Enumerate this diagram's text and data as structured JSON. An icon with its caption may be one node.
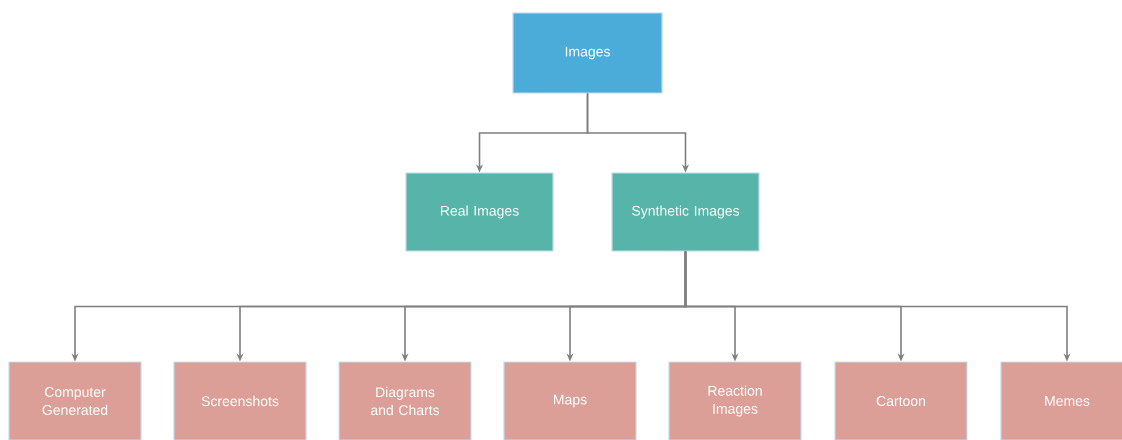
{
  "diagram": {
    "nodes": [
      {
        "text": [
          "Images"
        ]
      },
      {
        "text": [
          "Real Images"
        ]
      },
      {
        "text": [
          "Synthetic Images"
        ]
      },
      {
        "text": [
          "Computer Generated"
        ]
      },
      {
        "text": [
          "Screenshots"
        ]
      },
      {
        "text": [
          "Diagrams and Charts"
        ]
      },
      {
        "text": [
          "Maps"
        ]
      },
      {
        "text": [
          "Reaction Images"
        ]
      },
      {
        "text": [
          "Cartoon"
        ]
      },
      {
        "text": [
          "Memes"
        ]
      }
    ],
    "edges": [
      {
        "from": 0,
        "to": 1,
        "arrow": "to"
      },
      {
        "from": 0,
        "to": 2,
        "arrow": "to"
      },
      {
        "from": 2,
        "to": 3,
        "arrow": "to"
      },
      {
        "from": 2,
        "to": 4,
        "arrow": "to"
      },
      {
        "from": 2,
        "to": 5,
        "arrow": "to"
      },
      {
        "from": 2,
        "to": 6,
        "arrow": "to"
      },
      {
        "from": 2,
        "to": 7,
        "arrow": "to"
      },
      {
        "from": 2,
        "to": 8,
        "arrow": "to"
      },
      {
        "from": 2,
        "to": 9,
        "arrow": "to"
      }
    ]
  }
}
